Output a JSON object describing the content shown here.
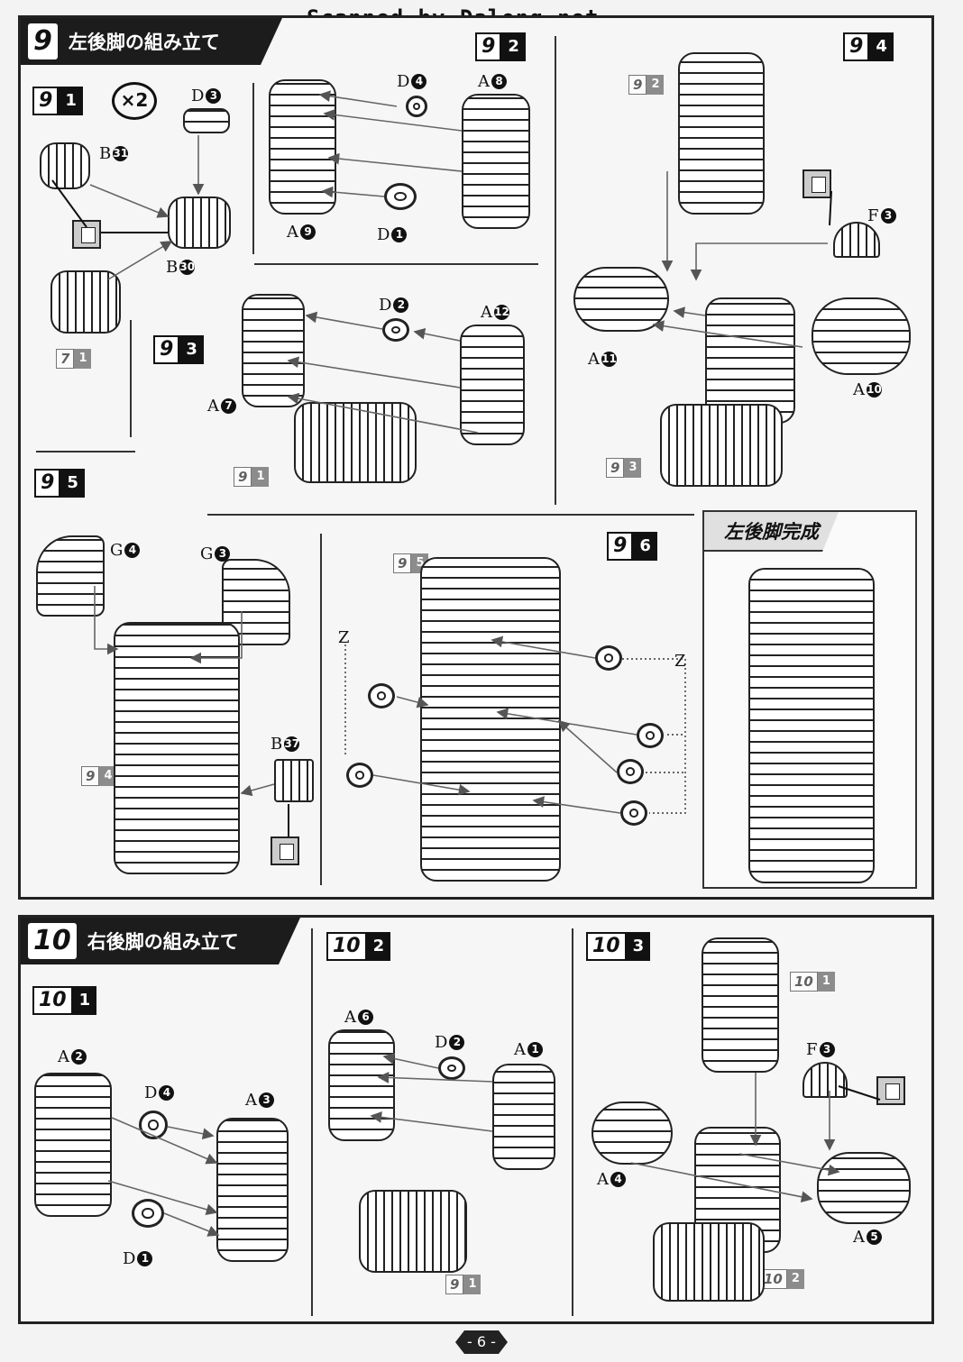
{
  "watermark": "Scanned by Dalong.net",
  "section9": {
    "number": "9",
    "title": "左後脚の組み立て",
    "steps": {
      "s1": {
        "a": "9",
        "b": "1"
      },
      "s2": {
        "a": "9",
        "b": "2"
      },
      "s3": {
        "a": "9",
        "b": "3"
      },
      "s4": {
        "a": "9",
        "b": "4"
      },
      "s5": {
        "a": "9",
        "b": "5"
      },
      "s6": {
        "a": "9",
        "b": "6"
      }
    },
    "multiplier": "×2",
    "refs": {
      "r71": {
        "a": "7",
        "b": "1"
      },
      "r91": {
        "a": "9",
        "b": "1"
      },
      "r92": {
        "a": "9",
        "b": "2"
      },
      "r93": {
        "a": "9",
        "b": "3"
      },
      "r94": {
        "a": "9",
        "b": "4"
      },
      "r95": {
        "a": "9",
        "b": "5"
      }
    },
    "complete_title": "左後脚完成",
    "parts": {
      "b31": {
        "l": "B",
        "n": "31"
      },
      "d3": {
        "l": "D",
        "n": "3"
      },
      "b30": {
        "l": "B",
        "n": "30"
      },
      "d4": {
        "l": "D",
        "n": "4"
      },
      "a8": {
        "l": "A",
        "n": "8"
      },
      "a9": {
        "l": "A",
        "n": "9"
      },
      "d1": {
        "l": "D",
        "n": "1"
      },
      "d2": {
        "l": "D",
        "n": "2"
      },
      "a12": {
        "l": "A",
        "n": "12"
      },
      "a7": {
        "l": "A",
        "n": "7"
      },
      "f3": {
        "l": "F",
        "n": "3"
      },
      "a11": {
        "l": "A",
        "n": "11"
      },
      "a10": {
        "l": "A",
        "n": "10"
      },
      "g4": {
        "l": "G",
        "n": "4"
      },
      "g3": {
        "l": "G",
        "n": "3"
      },
      "b37": {
        "l": "B",
        "n": "37"
      },
      "z1": {
        "l": "Z",
        "n": ""
      },
      "z2": {
        "l": "Z",
        "n": ""
      }
    }
  },
  "section10": {
    "number": "10",
    "title": "右後脚の組み立て",
    "steps": {
      "s1": {
        "a": "10",
        "b": "1"
      },
      "s2": {
        "a": "10",
        "b": "2"
      },
      "s3": {
        "a": "10",
        "b": "3"
      }
    },
    "refs": {
      "r91": {
        "a": "9",
        "b": "1"
      },
      "r101": {
        "a": "10",
        "b": "1"
      },
      "r102": {
        "a": "10",
        "b": "2"
      }
    },
    "parts": {
      "a2": {
        "l": "A",
        "n": "2"
      },
      "d4": {
        "l": "D",
        "n": "4"
      },
      "a3": {
        "l": "A",
        "n": "3"
      },
      "d1": {
        "l": "D",
        "n": "1"
      },
      "a6": {
        "l": "A",
        "n": "6"
      },
      "d2": {
        "l": "D",
        "n": "2"
      },
      "a1": {
        "l": "A",
        "n": "1"
      },
      "f3": {
        "l": "F",
        "n": "3"
      },
      "a4": {
        "l": "A",
        "n": "4"
      },
      "a5": {
        "l": "A",
        "n": "5"
      }
    }
  },
  "page_number": "- 6 -"
}
